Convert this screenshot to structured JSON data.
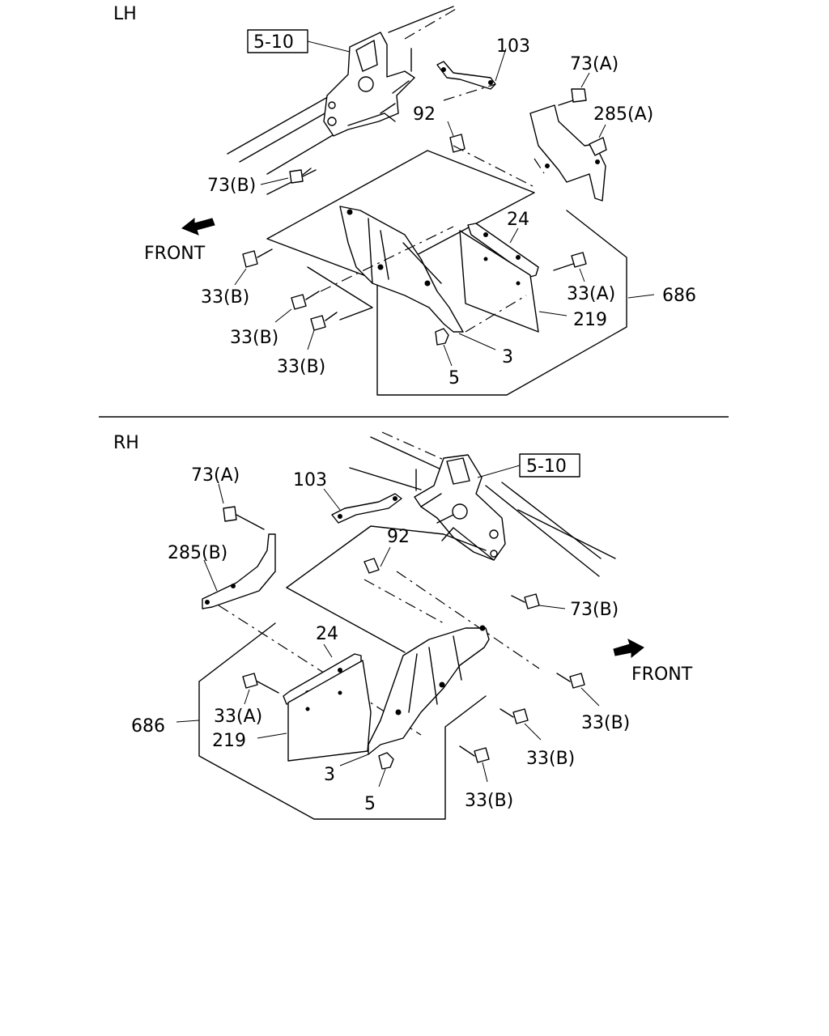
{
  "sections": [
    {
      "side": "LH",
      "front": "FRONT",
      "refbox": "5-10",
      "labels": [
        "103",
        "73(A)",
        "92",
        "285(A)",
        "73(B)",
        "24",
        "33(B)",
        "33(A)",
        "686",
        "219",
        "33(B)",
        "3",
        "33(B)",
        "5"
      ]
    },
    {
      "side": "RH",
      "front": "FRONT",
      "refbox": "5-10",
      "labels": [
        "73(A)",
        "103",
        "92",
        "285(B)",
        "73(B)",
        "24",
        "33(A)",
        "33(B)",
        "686",
        "219",
        "33(B)",
        "3",
        "33(B)",
        "5"
      ]
    }
  ],
  "icons": {
    "front_arrow": "front-arrow-icon"
  }
}
